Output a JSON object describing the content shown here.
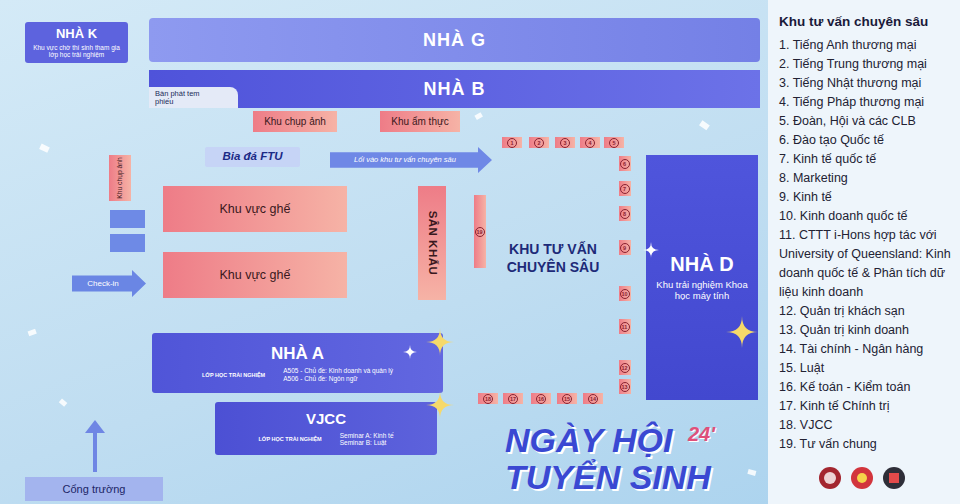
{
  "diagram": {
    "nodes": [
      {
        "text": [
          "NHÀ K",
          "Khu vực chờ thí sinh tham gia lớp học trải nghiệm"
        ]
      },
      {
        "text": [
          "NHÀ G"
        ]
      },
      {
        "text": [
          "NHÀ B"
        ]
      },
      {
        "text": [
          "Bàn phát tem phiếu"
        ]
      },
      {
        "text": [
          "Khu chụp ảnh"
        ]
      },
      {
        "text": [
          "Khu ẩm thực"
        ]
      },
      {
        "text": [
          "Bia đá FTU"
        ]
      },
      {
        "text": [
          "Lối vào khu tư vấn chuyên sâu"
        ]
      },
      {
        "text": [
          "Khu chụp ảnh"
        ]
      },
      {
        "text": [
          "Khu vực ghế"
        ]
      },
      {
        "text": [
          "Khu vực ghế"
        ]
      },
      {
        "text": [
          "Check-in"
        ]
      },
      {
        "text": [
          "SÂN KHẤU"
        ]
      },
      {
        "text": [
          "1"
        ]
      },
      {
        "text": [
          "2"
        ]
      },
      {
        "text": [
          "3"
        ]
      },
      {
        "text": [
          "4"
        ]
      },
      {
        "text": [
          "5"
        ]
      },
      {
        "text": [
          "6"
        ]
      },
      {
        "text": [
          "7"
        ]
      },
      {
        "text": [
          "8"
        ]
      },
      {
        "text": [
          "9"
        ]
      },
      {
        "text": [
          "10"
        ]
      },
      {
        "text": [
          "11"
        ]
      },
      {
        "text": [
          "12"
        ]
      },
      {
        "text": [
          "13"
        ]
      },
      {
        "text": [
          "14"
        ]
      },
      {
        "text": [
          "15"
        ]
      },
      {
        "text": [
          "16"
        ]
      },
      {
        "text": [
          "17"
        ]
      },
      {
        "text": [
          "18"
        ]
      },
      {
        "text": [
          "19"
        ]
      },
      {
        "text": [
          "NHÀ D",
          "Khu trải nghiệm Khoa học máy tính"
        ]
      },
      {
        "text": [
          "NHÀ A",
          "LỚP HỌC TRẢI NGHIỆM",
          "A505 - Chủ đề: Kinh doanh và quản lý",
          "A506 - Chủ đề: Ngôn ngữ"
        ]
      },
      {
        "text": [
          "VJCC",
          "LỚP HỌC TRẢI NGHIỆM",
          "Seminar A: Kinh tế",
          "Seminar B: Luật"
        ]
      },
      {
        "text": [
          "Cổng trường"
        ]
      }
    ],
    "labels": [
      "KHU TƯ VẤN CHUYÊN SÂU",
      "NGÀY HỘI",
      "24'",
      "TUYỂN SINH",
      "Khu tư vấn chuyên sâu",
      "1. Tiếng Anh thương mại",
      "2. Tiếng Trung thương mại",
      "3. Tiếng Nhật thương mại",
      "4. Tiếng Pháp thương mại",
      "5. Đoàn, Hội và các CLB",
      "6. Đào tạo Quốc tế",
      "7. Kinh tế quốc tế",
      "8. Marketing",
      "9. Kinh tế",
      "10. Kinh doanh quốc tế",
      "11. CTTT i-Hons hợp tác với University of Queensland: Kinh doanh quốc tế & Phân tích dữ liệu kinh doanh",
      "12. Quản trị khách sạn",
      "13. Quản trị kinh doanh",
      "14. Tài chính - Ngân hàng",
      "15. Luật",
      "16. Kế toán - Kiểm toán",
      "17. Kinh tế Chính trị",
      "18. VJCC",
      "19. Tư vấn chung"
    ]
  }
}
